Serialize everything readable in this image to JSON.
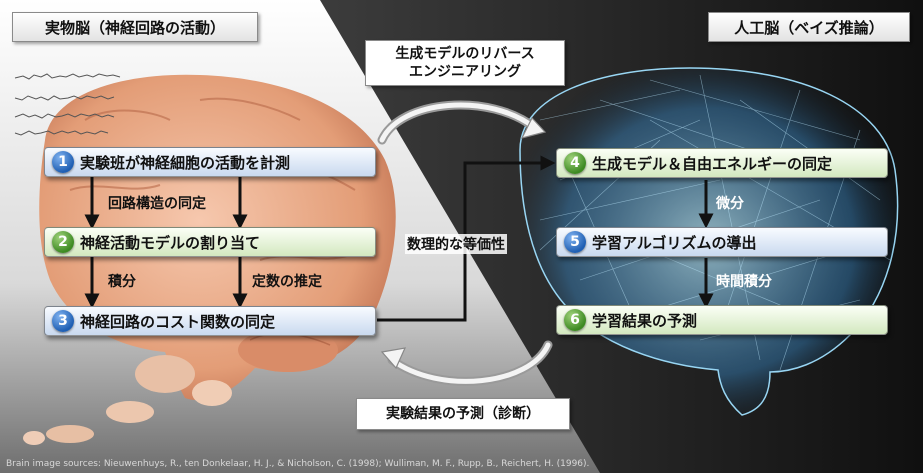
{
  "titles": {
    "left": "実物脳（神経回路の活動）",
    "right": "人工脳（ベイズ推論）"
  },
  "top_note": {
    "line1": "生成モデルのリバース",
    "line2": "エンジニアリング"
  },
  "bottom_note": "実験結果の予測（診断）",
  "equivalence_label": "数理的な等価性",
  "steps": [
    {
      "number": "1",
      "label": "実験班が神経細胞の活動を計測",
      "style": "blue"
    },
    {
      "number": "2",
      "label": "神経活動モデルの割り当て",
      "style": "green"
    },
    {
      "number": "3",
      "label": "神経回路のコスト関数の同定",
      "style": "blue"
    },
    {
      "number": "4",
      "label": "生成モデル＆自由エネルギーの同定",
      "style": "green"
    },
    {
      "number": "5",
      "label": "学習アルゴリズムの導出",
      "style": "blue"
    },
    {
      "number": "6",
      "label": "学習結果の予測",
      "style": "green"
    }
  ],
  "arrow_labels": {
    "s1_s2": "回路構造の同定",
    "s2_s3_left": "積分",
    "s2_s3_right": "定数の推定",
    "s4_s5": "微分",
    "s5_s6": "時間積分"
  },
  "credit": "Brain image sources: Nieuwenhuys, R., ten Donkelaar, H. J., & Nicholson, C. (1998); Wulliman, M. F., Rupp, B., Reichert, H. (1996).",
  "colors": {
    "step_blue": "#c9d9ef",
    "step_green": "#d3e8bf",
    "number_blue": "#1f5fb3",
    "number_green": "#3d8a22",
    "brain": "#e8a582",
    "network": "#8fd6ff",
    "background_right": "#1c1c1c"
  }
}
